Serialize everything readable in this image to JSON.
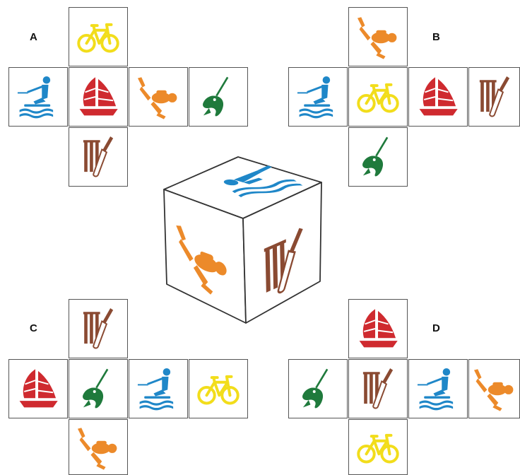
{
  "colors": {
    "bicycle": "#f2dd1b",
    "waterski": "#1f87c8",
    "sailboat": "#cf2a2f",
    "diver": "#ec8a2a",
    "fishing": "#1f7a3c",
    "cricket": "#8a4a32",
    "swimmer": "#1f87c8"
  },
  "options": [
    {
      "letter": "A",
      "faces": {
        "top": "bicycle-icon",
        "row": [
          "waterski-icon",
          "sailboat-icon",
          "diver-icon",
          "fishing-icon"
        ],
        "bottom": "cricket-icon"
      }
    },
    {
      "letter": "B",
      "faces": {
        "top": "diver-icon",
        "row": [
          "waterski-icon",
          "bicycle-icon",
          "sailboat-icon",
          "cricket-icon"
        ],
        "bottom": "fishing-icon"
      }
    },
    {
      "letter": "C",
      "faces": {
        "top": "cricket-icon",
        "row": [
          "sailboat-icon",
          "fishing-icon",
          "waterski-icon",
          "bicycle-icon"
        ],
        "bottom": "diver-icon"
      }
    },
    {
      "letter": "D",
      "faces": {
        "top": "sailboat-icon",
        "row": [
          "fishing-icon",
          "cricket-icon",
          "waterski-icon",
          "diver-icon"
        ],
        "bottom": "bicycle-icon"
      }
    }
  ],
  "cube": {
    "top": "swimmer-icon",
    "left": "diver-icon",
    "right": "cricket-icon"
  }
}
